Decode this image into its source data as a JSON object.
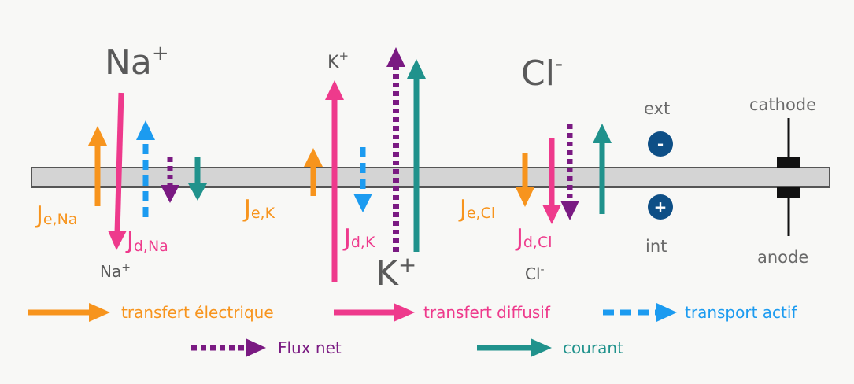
{
  "ions": {
    "na_top": "Na",
    "na_top_charge": "+",
    "na_bottom": "Na",
    "na_bottom_charge": "+",
    "k_top": "K",
    "k_top_charge": "+",
    "k_bottom": "K",
    "k_bottom_charge": "+",
    "cl_top": "Cl",
    "cl_top_charge": "-",
    "cl_bottom": "Cl",
    "cl_bottom_charge": "-"
  },
  "fluxes": {
    "je_na_main": "J",
    "je_na_sub": "e,Na",
    "jd_na_main": "J",
    "jd_na_sub": "d,Na",
    "je_k_main": "J",
    "je_k_sub": "e,K",
    "jd_k_main": "J",
    "jd_k_sub": "d,K",
    "je_cl_main": "J",
    "je_cl_sub": "e,Cl",
    "jd_cl_main": "J",
    "jd_cl_sub": "d,Cl"
  },
  "electrode": {
    "ext": "ext",
    "int": "int",
    "minus": "-",
    "plus": "+",
    "cathode": "cathode",
    "anode": "anode"
  },
  "legend": {
    "electric": "transfert électrique",
    "diffusive": "transfert diffusif",
    "active": "transport actif",
    "net": "Flux net",
    "current": "courant"
  },
  "colors": {
    "orange": "#f7941d",
    "pink": "#ee3a8c",
    "blue": "#1c9bf0",
    "purple": "#7a1a82",
    "teal": "#20928c",
    "navy": "#0e4f86",
    "membrane": "#d4d4d4"
  }
}
